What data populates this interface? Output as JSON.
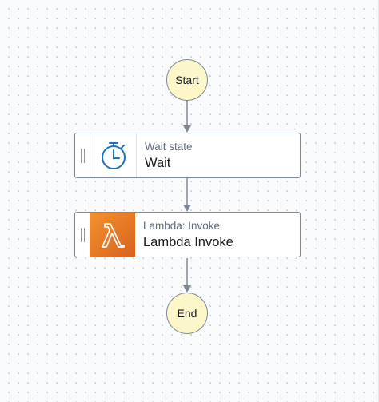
{
  "colors": {
    "node_fill": "#fdf6c9",
    "node_border": "#7d8998",
    "connector": "#7d8998",
    "lambda_gradient_start": "#f4922f",
    "lambda_gradient_end": "#d8621e",
    "wait_icon": "#1a73c4"
  },
  "start_node": {
    "label": "Start"
  },
  "end_node": {
    "label": "End"
  },
  "states": [
    {
      "type_label": "Wait state",
      "name": "Wait",
      "icon": "stopwatch-icon"
    },
    {
      "type_label": "Lambda: Invoke",
      "name": "Lambda Invoke",
      "icon": "lambda-icon"
    }
  ]
}
